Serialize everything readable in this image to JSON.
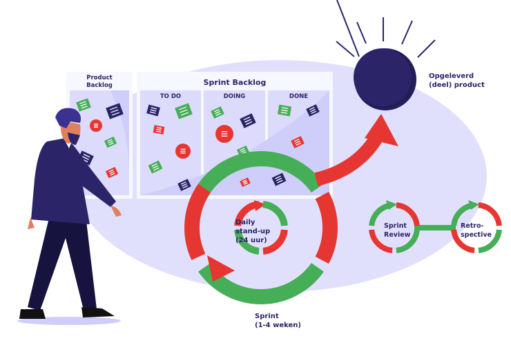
{
  "title": "Scrum proces",
  "colors": {
    "navy": "#2b2468",
    "red": "#e63632",
    "green": "#46ae57",
    "lavender": "#e1e0fc",
    "lavender_dark": "#cfcefa",
    "panel": "#f4f4ff"
  },
  "product_backlog": {
    "title": "Product\nBacklog",
    "items": [
      "green-card",
      "navy-card",
      "red-circle-card",
      "green-card",
      "navy-card",
      "red-card"
    ]
  },
  "sprint_backlog": {
    "title": "Sprint Backlog",
    "columns": [
      {
        "label": "TO DO",
        "items": [
          "navy-card",
          "green-card",
          "red-card",
          "red-circle-card",
          "green-card",
          "navy-card"
        ]
      },
      {
        "label": "DOING",
        "items": [
          "green-card",
          "navy-card",
          "red-circle-card",
          "green-card",
          "red-card"
        ]
      },
      {
        "label": "DONE",
        "items": [
          "green-card",
          "navy-card",
          "red-card",
          "navy-card"
        ]
      }
    ]
  },
  "daily_standup": {
    "label": "Daily\nstand-up\n(24 uur)"
  },
  "sprint": {
    "label": "Sprint\n(1-4 weken)"
  },
  "product": {
    "label": "Opgeleverd\n(deel) product"
  },
  "review": {
    "label": "Sprint\nReview"
  },
  "retrospective": {
    "label": "Retro-\nspective"
  },
  "icons": {
    "person": "walking-businessman-icon",
    "product": "glowing-orb-icon"
  }
}
